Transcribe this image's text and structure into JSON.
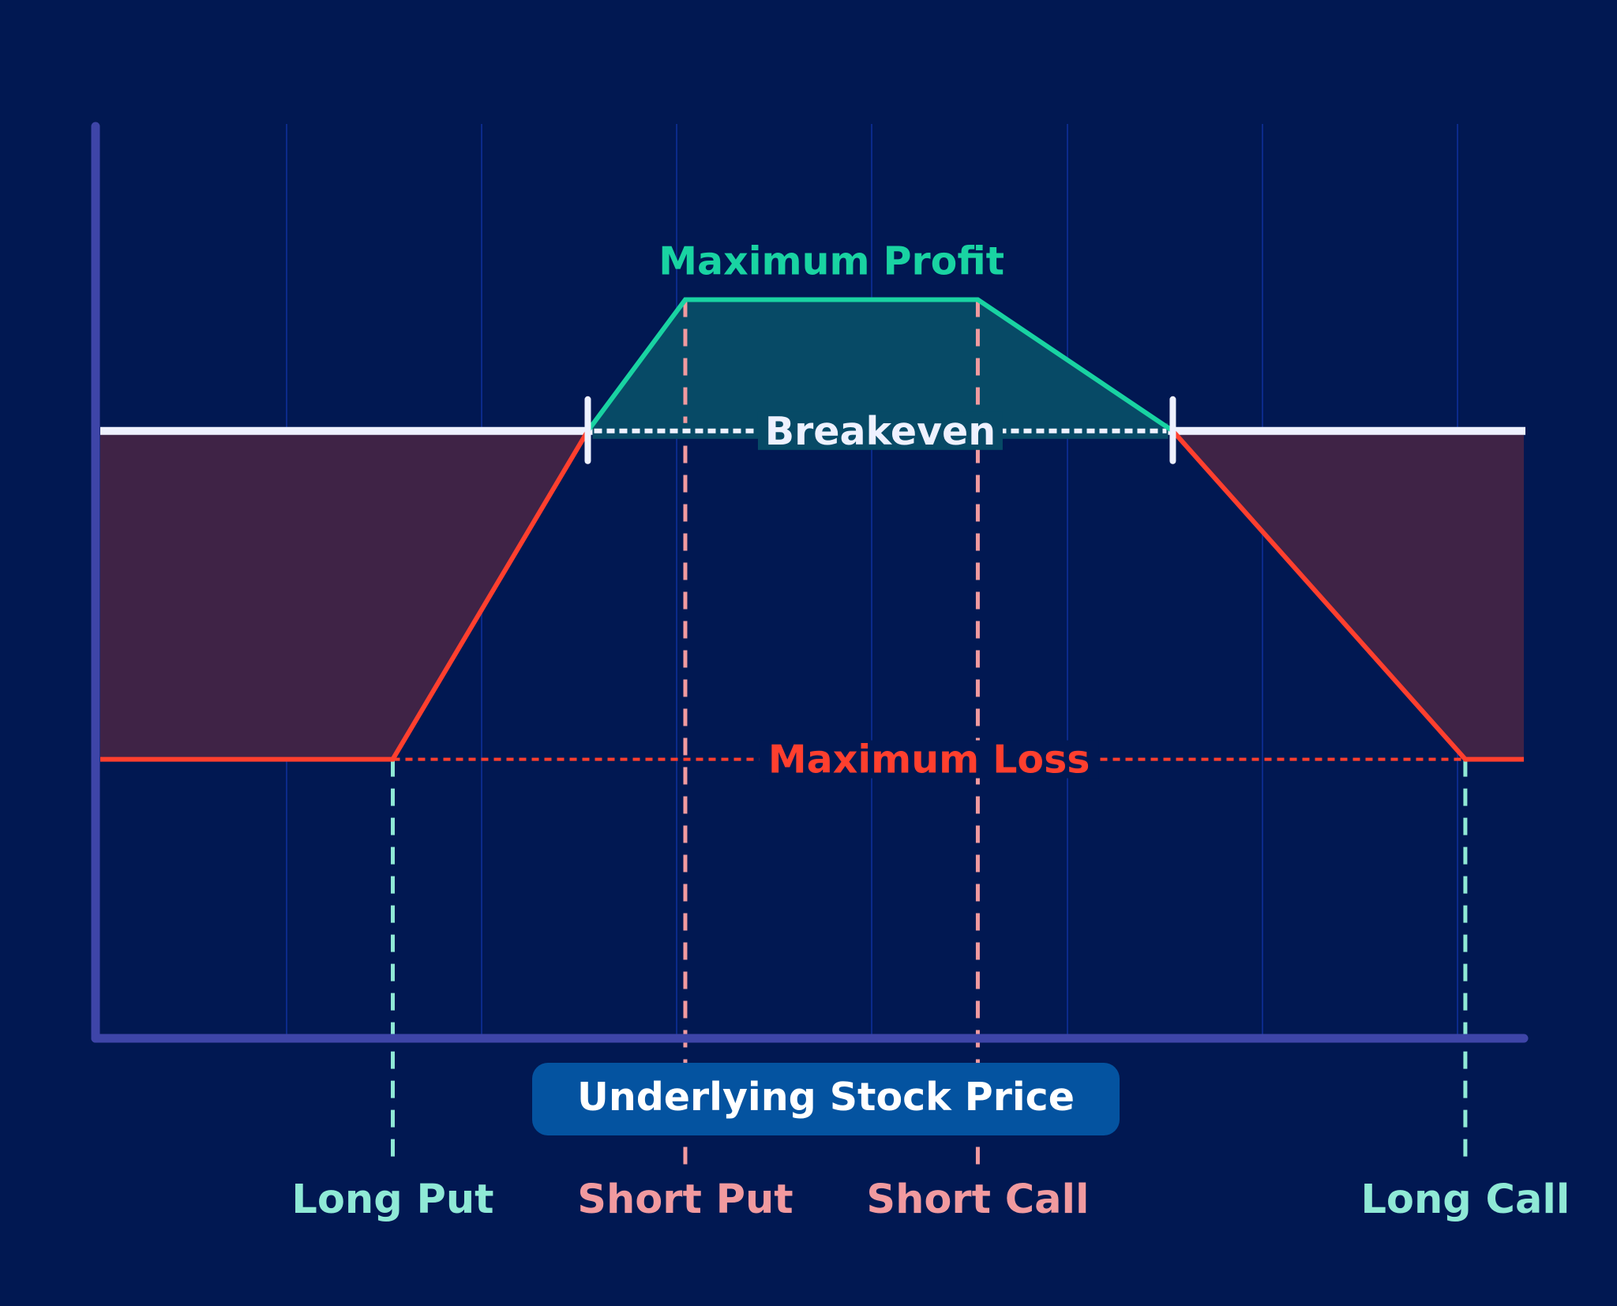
{
  "chart_data": {
    "type": "line",
    "xlabel": "Underlying Stock Price",
    "ylabel": "",
    "grid": true,
    "colors": {
      "background": "#011852",
      "grid": "#0b2a8a",
      "axis": "#3e45a8",
      "breakeven_line": "#eef1ff",
      "profit_line": "#19d3a2",
      "profit_fill": "#074a66",
      "loss_line": "#ff3f2e",
      "loss_fill": "#3f2346",
      "long_leg": "#8fe9d6",
      "short_leg": "#f19a9f",
      "xlabel_box": "#0453a0",
      "xlabel_text": "#ffffff"
    },
    "payoff": {
      "x": [
        0,
        1.5,
        2.5,
        3.0,
        4.5,
        5.5,
        7.0,
        7.3
      ],
      "y": [
        -1,
        -1,
        0,
        0.4,
        0.4,
        0,
        -1,
        -1
      ]
    },
    "xlim": [
      0,
      7.3
    ],
    "ylim": [
      -1.85,
      1.0
    ],
    "strikes": [
      {
        "name": "Long Put",
        "x": 1.5,
        "kind": "long"
      },
      {
        "name": "Short Put",
        "x": 3.0,
        "kind": "short"
      },
      {
        "name": "Short Call",
        "x": 4.5,
        "kind": "short"
      },
      {
        "name": "Long Call",
        "x": 7.0,
        "kind": "long"
      }
    ],
    "annotations": {
      "max_profit": "Maximum Profit",
      "max_loss": "Maximum Loss",
      "breakeven": "Breakeven"
    }
  }
}
